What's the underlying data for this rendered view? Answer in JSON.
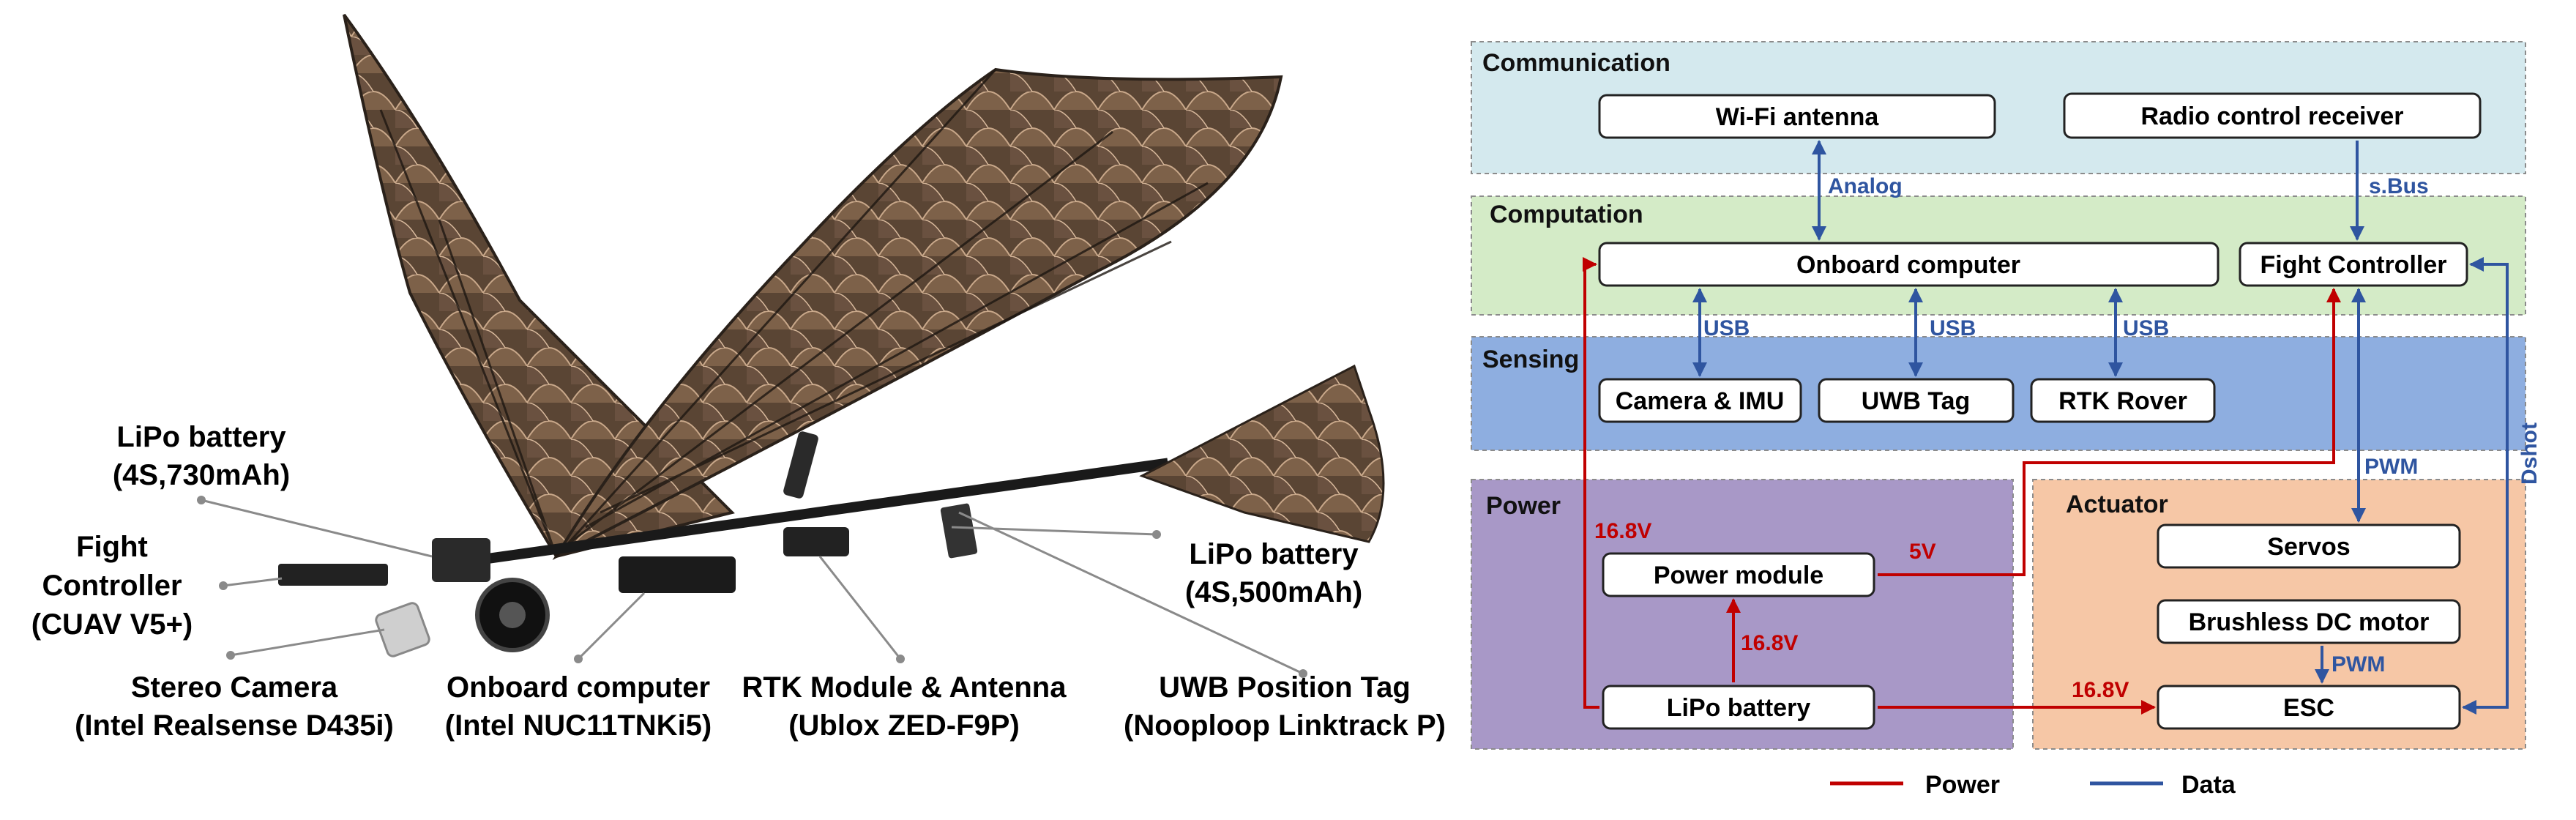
{
  "photo_callouts": [
    {
      "name": "callout-lipo-battery-large",
      "lines": [
        "LiPo battery",
        "(4S,730mAh)"
      ]
    },
    {
      "name": "callout-flight-controller",
      "lines": [
        "Fight",
        "Controller",
        "(CUAV V5+)"
      ]
    },
    {
      "name": "callout-stereo-camera",
      "lines": [
        "Stereo Camera",
        "(Intel Realsense D435i)"
      ]
    },
    {
      "name": "callout-onboard-computer",
      "lines": [
        "Onboard computer",
        "(Intel NUC11TNKi5)"
      ]
    },
    {
      "name": "callout-rtk-module",
      "lines": [
        "RTK Module & Antenna",
        "(Ublox ZED-F9P)"
      ]
    },
    {
      "name": "callout-lipo-battery-small",
      "lines": [
        "LiPo battery",
        "(4S,500mAh)"
      ]
    },
    {
      "name": "callout-uwb-tag",
      "lines": [
        "UWB Position Tag",
        "(Nooploop Linktrack P)"
      ]
    }
  ],
  "groups": {
    "communication": "Communication",
    "computation": "Computation",
    "sensing": "Sensing",
    "power": "Power",
    "actuator": "Actuator"
  },
  "nodes": {
    "wifi": "Wi-Fi antenna",
    "radio": "Radio  control receiver",
    "onboard": "Onboard computer",
    "fc": "Fight Controller",
    "camera": "Camera & IMU",
    "uwb": "UWB Tag",
    "rtk": "RTK Rover",
    "power_module": "Power module",
    "lipo": "LiPo battery",
    "servos": "Servos",
    "bldc": "Brushless DC motor",
    "esc": "ESC"
  },
  "edge_labels": {
    "analog": "Analog",
    "sbus": "s.Bus",
    "usb_camera": "USB",
    "usb_uwb": "USB",
    "usb_rtk": "USB",
    "pwm_servos": "PWM",
    "pwm_esc": "PWM",
    "dshot": "Dshot",
    "v168_onboard": "16.8V",
    "v5_fc": "5V",
    "v168_power_module": "16.8V",
    "v168_esc": "16.8V"
  },
  "legend": {
    "power": "Power",
    "data": "Data"
  },
  "colors": {
    "communication_bg": "#d4e9ee",
    "computation_bg": "#d4ebc7",
    "sensing_bg": "#8eaee0",
    "power_bg": "#a898c7",
    "actuator_bg": "#f6c7a6",
    "power_line": "#c00000",
    "data_line": "#2f55a0"
  }
}
